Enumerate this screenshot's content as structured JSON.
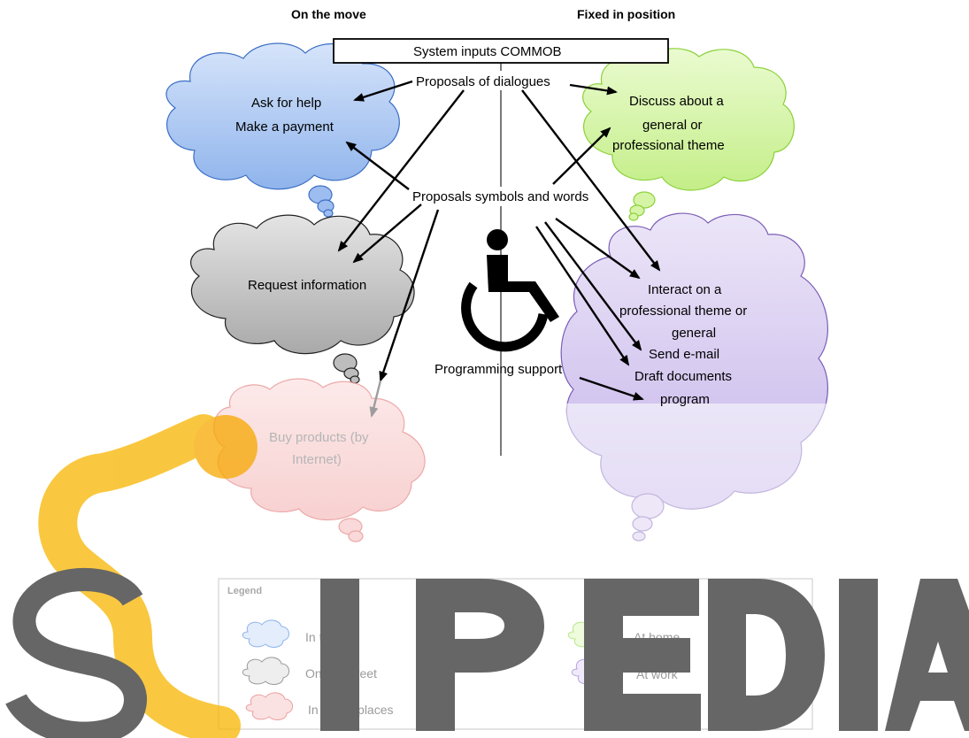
{
  "headers": {
    "left": "On the move",
    "right": "Fixed in position"
  },
  "system_box": "System inputs COMMOB",
  "hub": {
    "dialogues": "Proposals of dialogues",
    "symbols": "Proposals symbols and words",
    "programming": "Programming support"
  },
  "clouds": {
    "transit": {
      "line1": "Ask for help",
      "line2": "Make a payment",
      "color": "#a9c6f0"
    },
    "street": {
      "line1": "Request information",
      "color": "#bdbdbd"
    },
    "public": {
      "line1": "Buy products (by",
      "line2": "Internet)",
      "color": "#f9d3d3"
    },
    "home": {
      "line1": "Discuss about a",
      "line2": "general or",
      "line3": "professional theme",
      "color": "#d4f3a6"
    },
    "work": {
      "line1": "Interact on a",
      "line2": "professional theme or",
      "line3": "general",
      "line4": "Send e-mail",
      "line5": "Draft documents",
      "line6": "program",
      "color": "#d8cbf0"
    }
  },
  "legend": {
    "title": "Legend",
    "items": [
      {
        "label": "In transit"
      },
      {
        "label": "On the street"
      },
      {
        "label": "In public places"
      },
      {
        "label": "At home"
      },
      {
        "label": "At work"
      }
    ]
  },
  "watermark": {
    "text": "SCIPEDIA",
    "letter_color": "#666666",
    "logo_color": "#f7b500"
  },
  "icons": {
    "wheelchair": "wheelchair-icon"
  }
}
